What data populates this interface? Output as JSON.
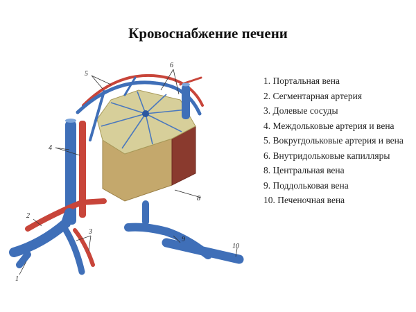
{
  "title": "Кровоснабжение печени",
  "legend": [
    "1. Портальная вена",
    "2. Сегментарная артерия",
    "3. Долевые сосуды",
    "4. Междольковые артерия и вена",
    "5. Вокругдольковые артерия и вена",
    "6. Внутридольковые капилляры",
    "8. Центральная вена",
    "9. Поддольковая вена",
    "10. Печеночная вена"
  ],
  "callouts": [
    "1",
    "2",
    "3",
    "4",
    "5",
    "6",
    "8",
    "9",
    "10"
  ],
  "colors": {
    "vein": "#3f6fb8",
    "vein_light": "#7ea6db",
    "artery": "#c8453a",
    "lobule_face": "#c4a86c",
    "lobule_side": "#8a3a2e",
    "lobule_top": "#d7cf9a"
  }
}
